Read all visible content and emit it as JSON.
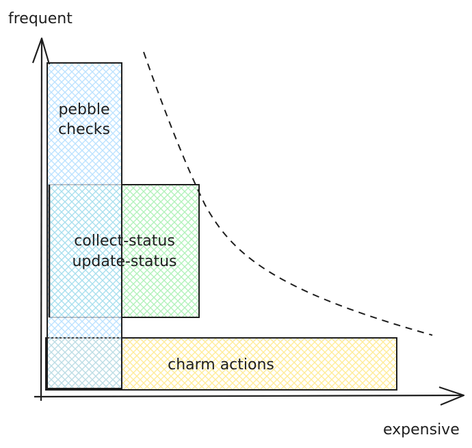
{
  "axes": {
    "y_label": "frequent",
    "x_label": "expensive"
  },
  "regions": {
    "pebble": {
      "line1": "pebble",
      "line2": "checks",
      "color": "#a5d8ff"
    },
    "collect": {
      "line1": "collect-status",
      "line2": "update-status",
      "color": "#b2f2bb"
    },
    "charm": {
      "line1": "charm actions",
      "color": "#ffec99"
    }
  },
  "colors": {
    "stroke": "#1e1e1e",
    "background": "#ffffff"
  }
}
